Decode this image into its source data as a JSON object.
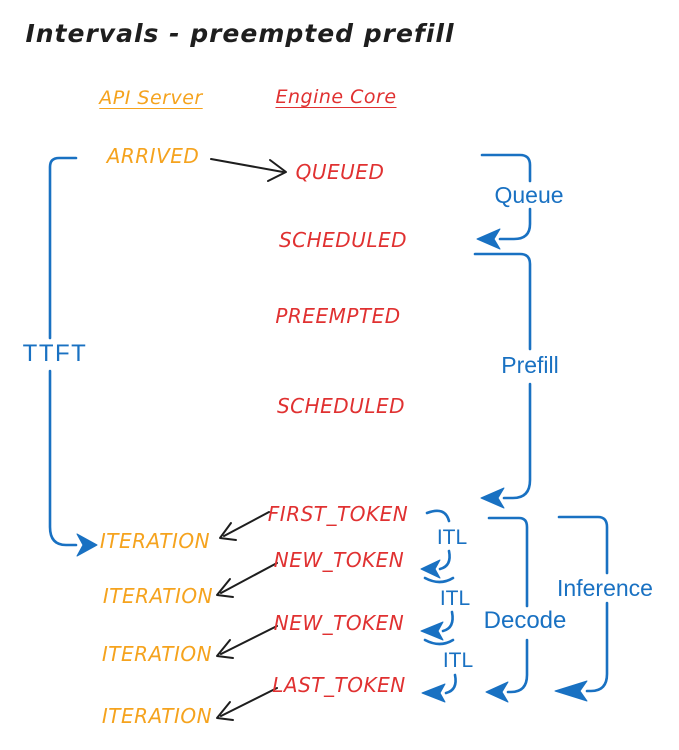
{
  "title": "Intervals - preempted prefill",
  "columns": {
    "api_server": "API Server",
    "engine_core": "Engine Core"
  },
  "api_events": {
    "arrived": "ARRIVED",
    "iteration1": "ITERATION",
    "iteration2": "ITERATION",
    "iteration3": "ITERATION",
    "iteration4": "ITERATION"
  },
  "engine_events": {
    "queued": "QUEUED",
    "scheduled1": "SCHEDULED",
    "preempted": "PREEMPTED",
    "scheduled2": "SCHEDULED",
    "first_token": "FIRST_TOKEN",
    "new_token1": "NEW_TOKEN",
    "new_token2": "NEW_TOKEN",
    "last_token": "LAST_TOKEN"
  },
  "intervals": {
    "ttft": "TTFT",
    "queue": "Queue",
    "prefill": "Prefill",
    "itl1": "ITL",
    "itl2": "ITL",
    "itl3": "ITL",
    "decode": "Decode",
    "inference": "Inference"
  },
  "colors": {
    "blue": "#1971c2",
    "red": "#e03131",
    "orange": "#f5a31e",
    "ink": "#1e1e1e",
    "background": "#ffffff"
  }
}
